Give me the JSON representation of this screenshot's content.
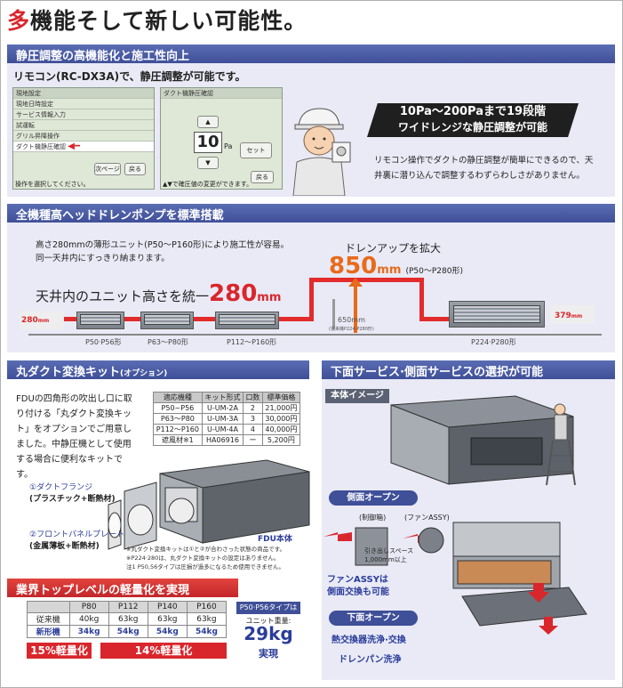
{
  "title": {
    "highlight": "多",
    "rest": "機能そして新しい可能性。"
  },
  "sec1": {
    "header": "静圧調整の高機能化と施工性向上",
    "intro": "リモコン(RC-DX3A)で、静圧調整が可能です。",
    "lcd1": {
      "heading": "現地設定",
      "items": [
        "現地日時設定",
        "サービス情報入力",
        "試運転",
        "グリル昇降操作",
        "ダクト機静圧確認"
      ],
      "btn_next": "次ページ",
      "btn_back": "戻る",
      "footer": "操作を選択してください。"
    },
    "lcd2": {
      "heading": "ダクト機静圧確認",
      "up": "▲",
      "value": "10",
      "unit": "Pa",
      "down": "▼",
      "btn_set": "セット",
      "btn_back": "戻る",
      "footer": "▲▼で確圧値の変更ができます。"
    },
    "badge_line1": "10Pa～200Paまで19段階",
    "badge_line2": "ワイドレンジな静圧調整が可能",
    "desc": "リモコン操作でダクトの静圧調整が簡単にできるので、天井裏に潜り込んで調整するわずらわしさがありません。"
  },
  "sec2": {
    "header": "全機種高ヘッドドレンポンプを標準搭載",
    "desc": "高さ280mmの薄形ユニット(P50～P160形)により施工性が容易。同一天井内にすっきり納まります。",
    "uniform_text": "天井内のユニット高さを統一",
    "uniform_value": "280",
    "uniform_unit": "mm",
    "drain_label": "ドレンアップを拡大",
    "drain_value": "850",
    "drain_unit": "mm",
    "drain_range": "(P50～P280形)",
    "h280": "280",
    "h_unit": "mm",
    "h379": "379",
    "h650": "650",
    "h650_unit": "mm",
    "h650_note": "(従来機P224-P280形)",
    "unit_labels": [
      "P50·P56形",
      "P63～P80形",
      "P112～P160形",
      "P224·P280形"
    ]
  },
  "sec3": {
    "header_main": "丸ダクト変換キット",
    "header_sub": "(オプション)",
    "desc": "FDUの四角形の吹出し口に取り付ける「丸ダクト変換キット」をオプションでご用意しました。中静圧機として使用する場合に便利なキットです。",
    "table": {
      "headers": [
        "適応機種",
        "キット形式",
        "口数",
        "標準価格"
      ],
      "rows": [
        [
          "P50~P56",
          "U-UM-2A",
          "2",
          "21,000円"
        ],
        [
          "P63～P80",
          "U-UM-3A",
          "3",
          "30,000円"
        ],
        [
          "P112～P160",
          "U-UM-4A",
          "4",
          "40,000円"
        ],
        [
          "遮風材※1",
          "HA06916",
          "ー",
          "5,200円"
        ]
      ]
    },
    "label1a": "①ダクトフランジ",
    "label1b": "(プラスチック+断熱材)",
    "label2a": "②フロントパネルプレート",
    "label2b": "(金属薄板+断熱材)",
    "fdu_label": "FDU本体",
    "notes": [
      "※丸ダクト変換キットは①と②が合わさった状態の商品です。",
      "※P224·280は、丸ダクト変換キットの設定はありません。",
      "注1 P50,56タイプは圧損が過多になるため使用できません。"
    ]
  },
  "sec4": {
    "header": "下面サービス·側面サービスの選択が可能",
    "image_label": "本体イメージ",
    "side_open": "側面オープン",
    "control_box": "(制御箱)",
    "fan_assy": "(ファンASSY)",
    "pull_space1": "引き出しスペース",
    "pull_space2": "1,000mm以上",
    "fan_note1": "ファンASSYは",
    "fan_note2": "側面交換も可能",
    "bottom_open": "下面オープン",
    "hx_wash": "熱交換器洗浄·交換",
    "drain_pan": "ドレンパン洗浄"
  },
  "sec5": {
    "header": "業界トップレベルの軽量化を実現",
    "table": {
      "headers": [
        "",
        "P80",
        "P112",
        "P140",
        "P160"
      ],
      "rows": [
        [
          "従来機",
          "40kg",
          "63kg",
          "63kg",
          "63kg"
        ],
        [
          "新形機",
          "34kg",
          "54kg",
          "54kg",
          "54kg"
        ]
      ]
    },
    "reduce1": "15%軽量化",
    "reduce2": "14%軽量化",
    "type_label": "P50·P56タイプは",
    "unit_weight": "ユニット重量:",
    "weight": "29kg",
    "achieve": "実現"
  },
  "colors": {
    "accent_red": "#d9262c",
    "header_blue": "#3f4f98",
    "panel": "#e9eaf6",
    "badge": "#1f1f1f"
  }
}
